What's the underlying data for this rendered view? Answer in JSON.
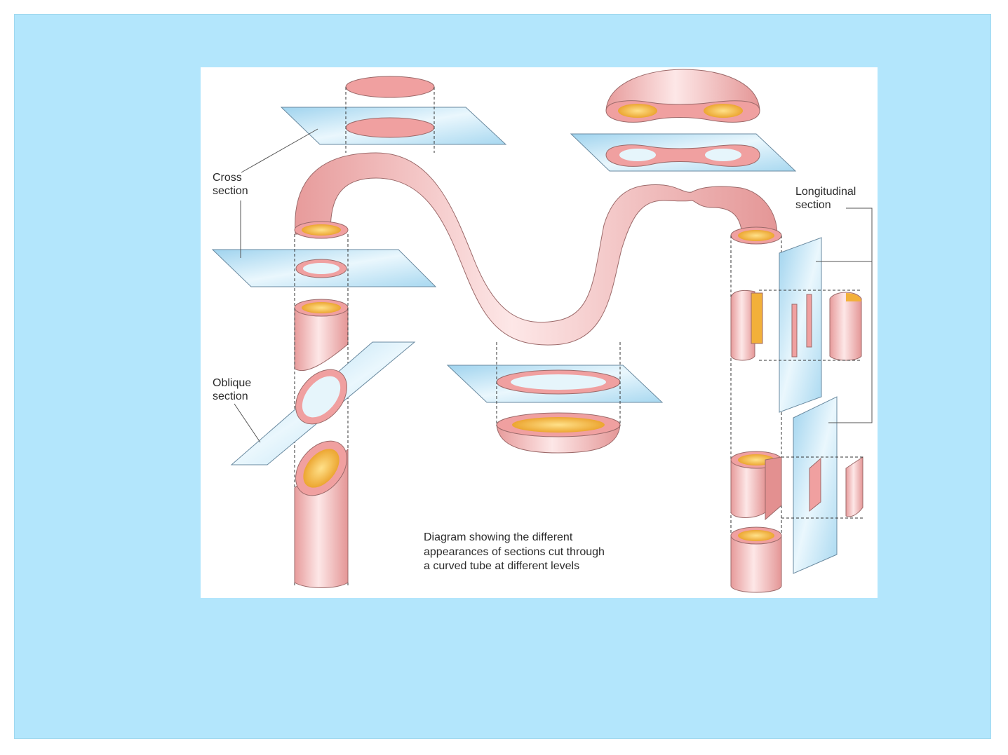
{
  "labels": {
    "cross": "Cross\nsection",
    "oblique": "Oblique\nsection",
    "longitudinal": "Longitudinal\nsection"
  },
  "caption": "Diagram showing the different\nappearances of sections cut through\na curved tube at different levels",
  "colors": {
    "background": "#b3e6fc",
    "tube": "#f3b6b6",
    "tube_lumen": "#f2b03a",
    "plane": "#b8dff2"
  }
}
